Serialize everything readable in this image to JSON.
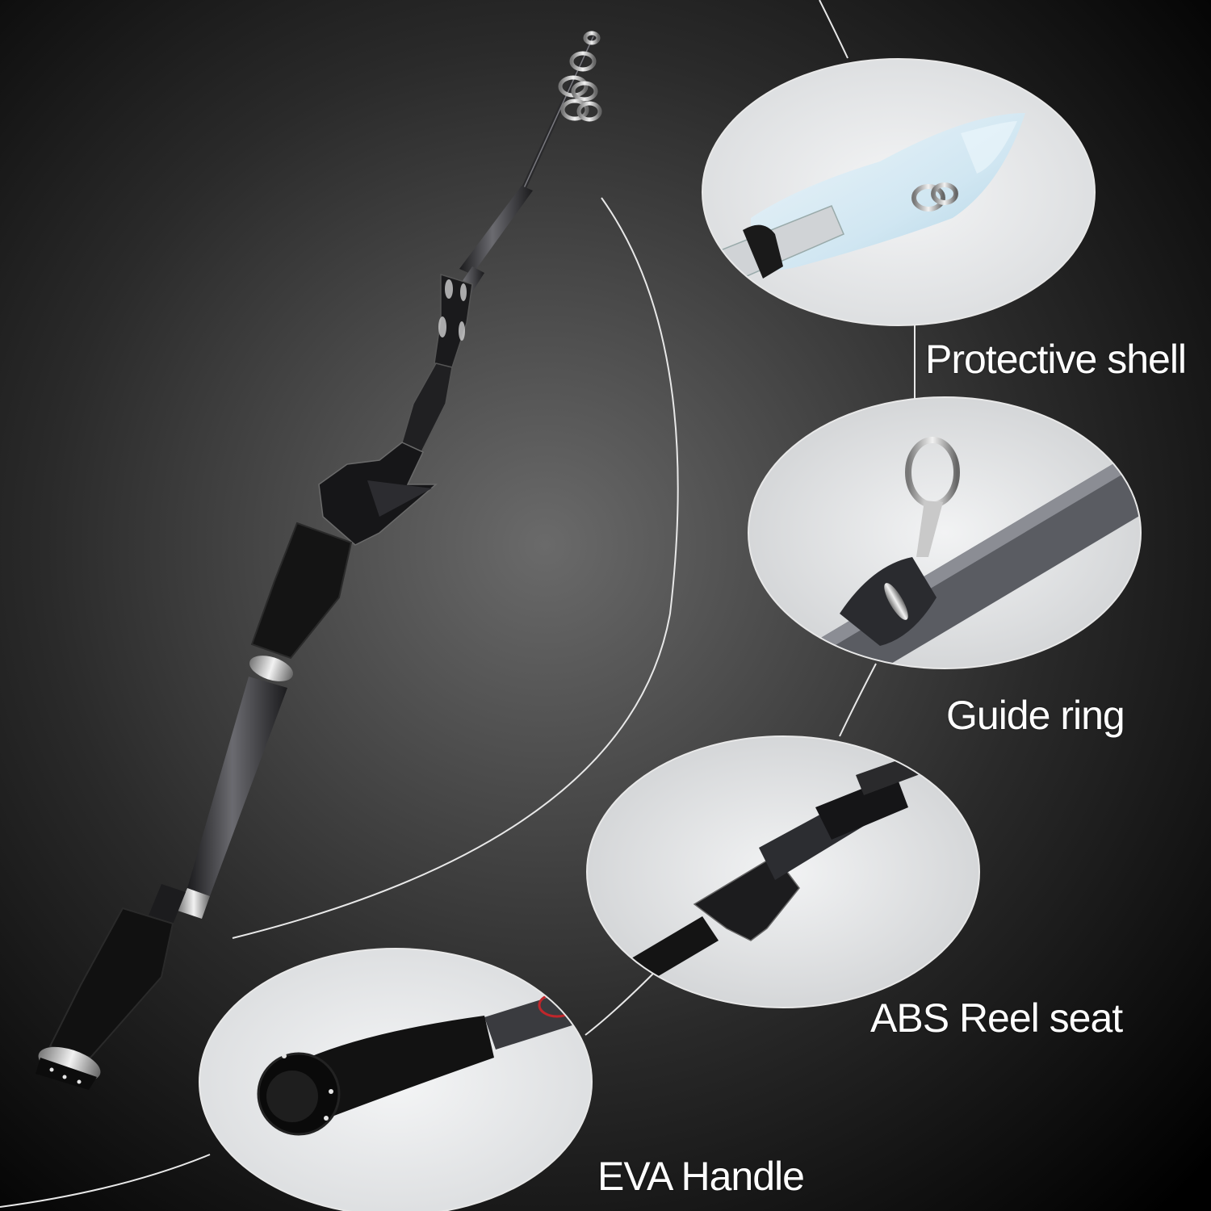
{
  "labels": {
    "protective_shell": "Protective shell",
    "guide_ring": "Guide ring",
    "abs_reel_seat": "ABS Reel seat",
    "eva_handle": "EVA Handle"
  },
  "colors": {
    "background_center": "#6a6a6a",
    "background_edge": "#000000",
    "line": "#e8e8e8",
    "rod_carbon": "#3a3a3c",
    "eva_foam": "#151515",
    "metal_trim": "#d8d8d8",
    "shell_tint": "#cfe6f2",
    "logo_red": "#c0262b"
  }
}
